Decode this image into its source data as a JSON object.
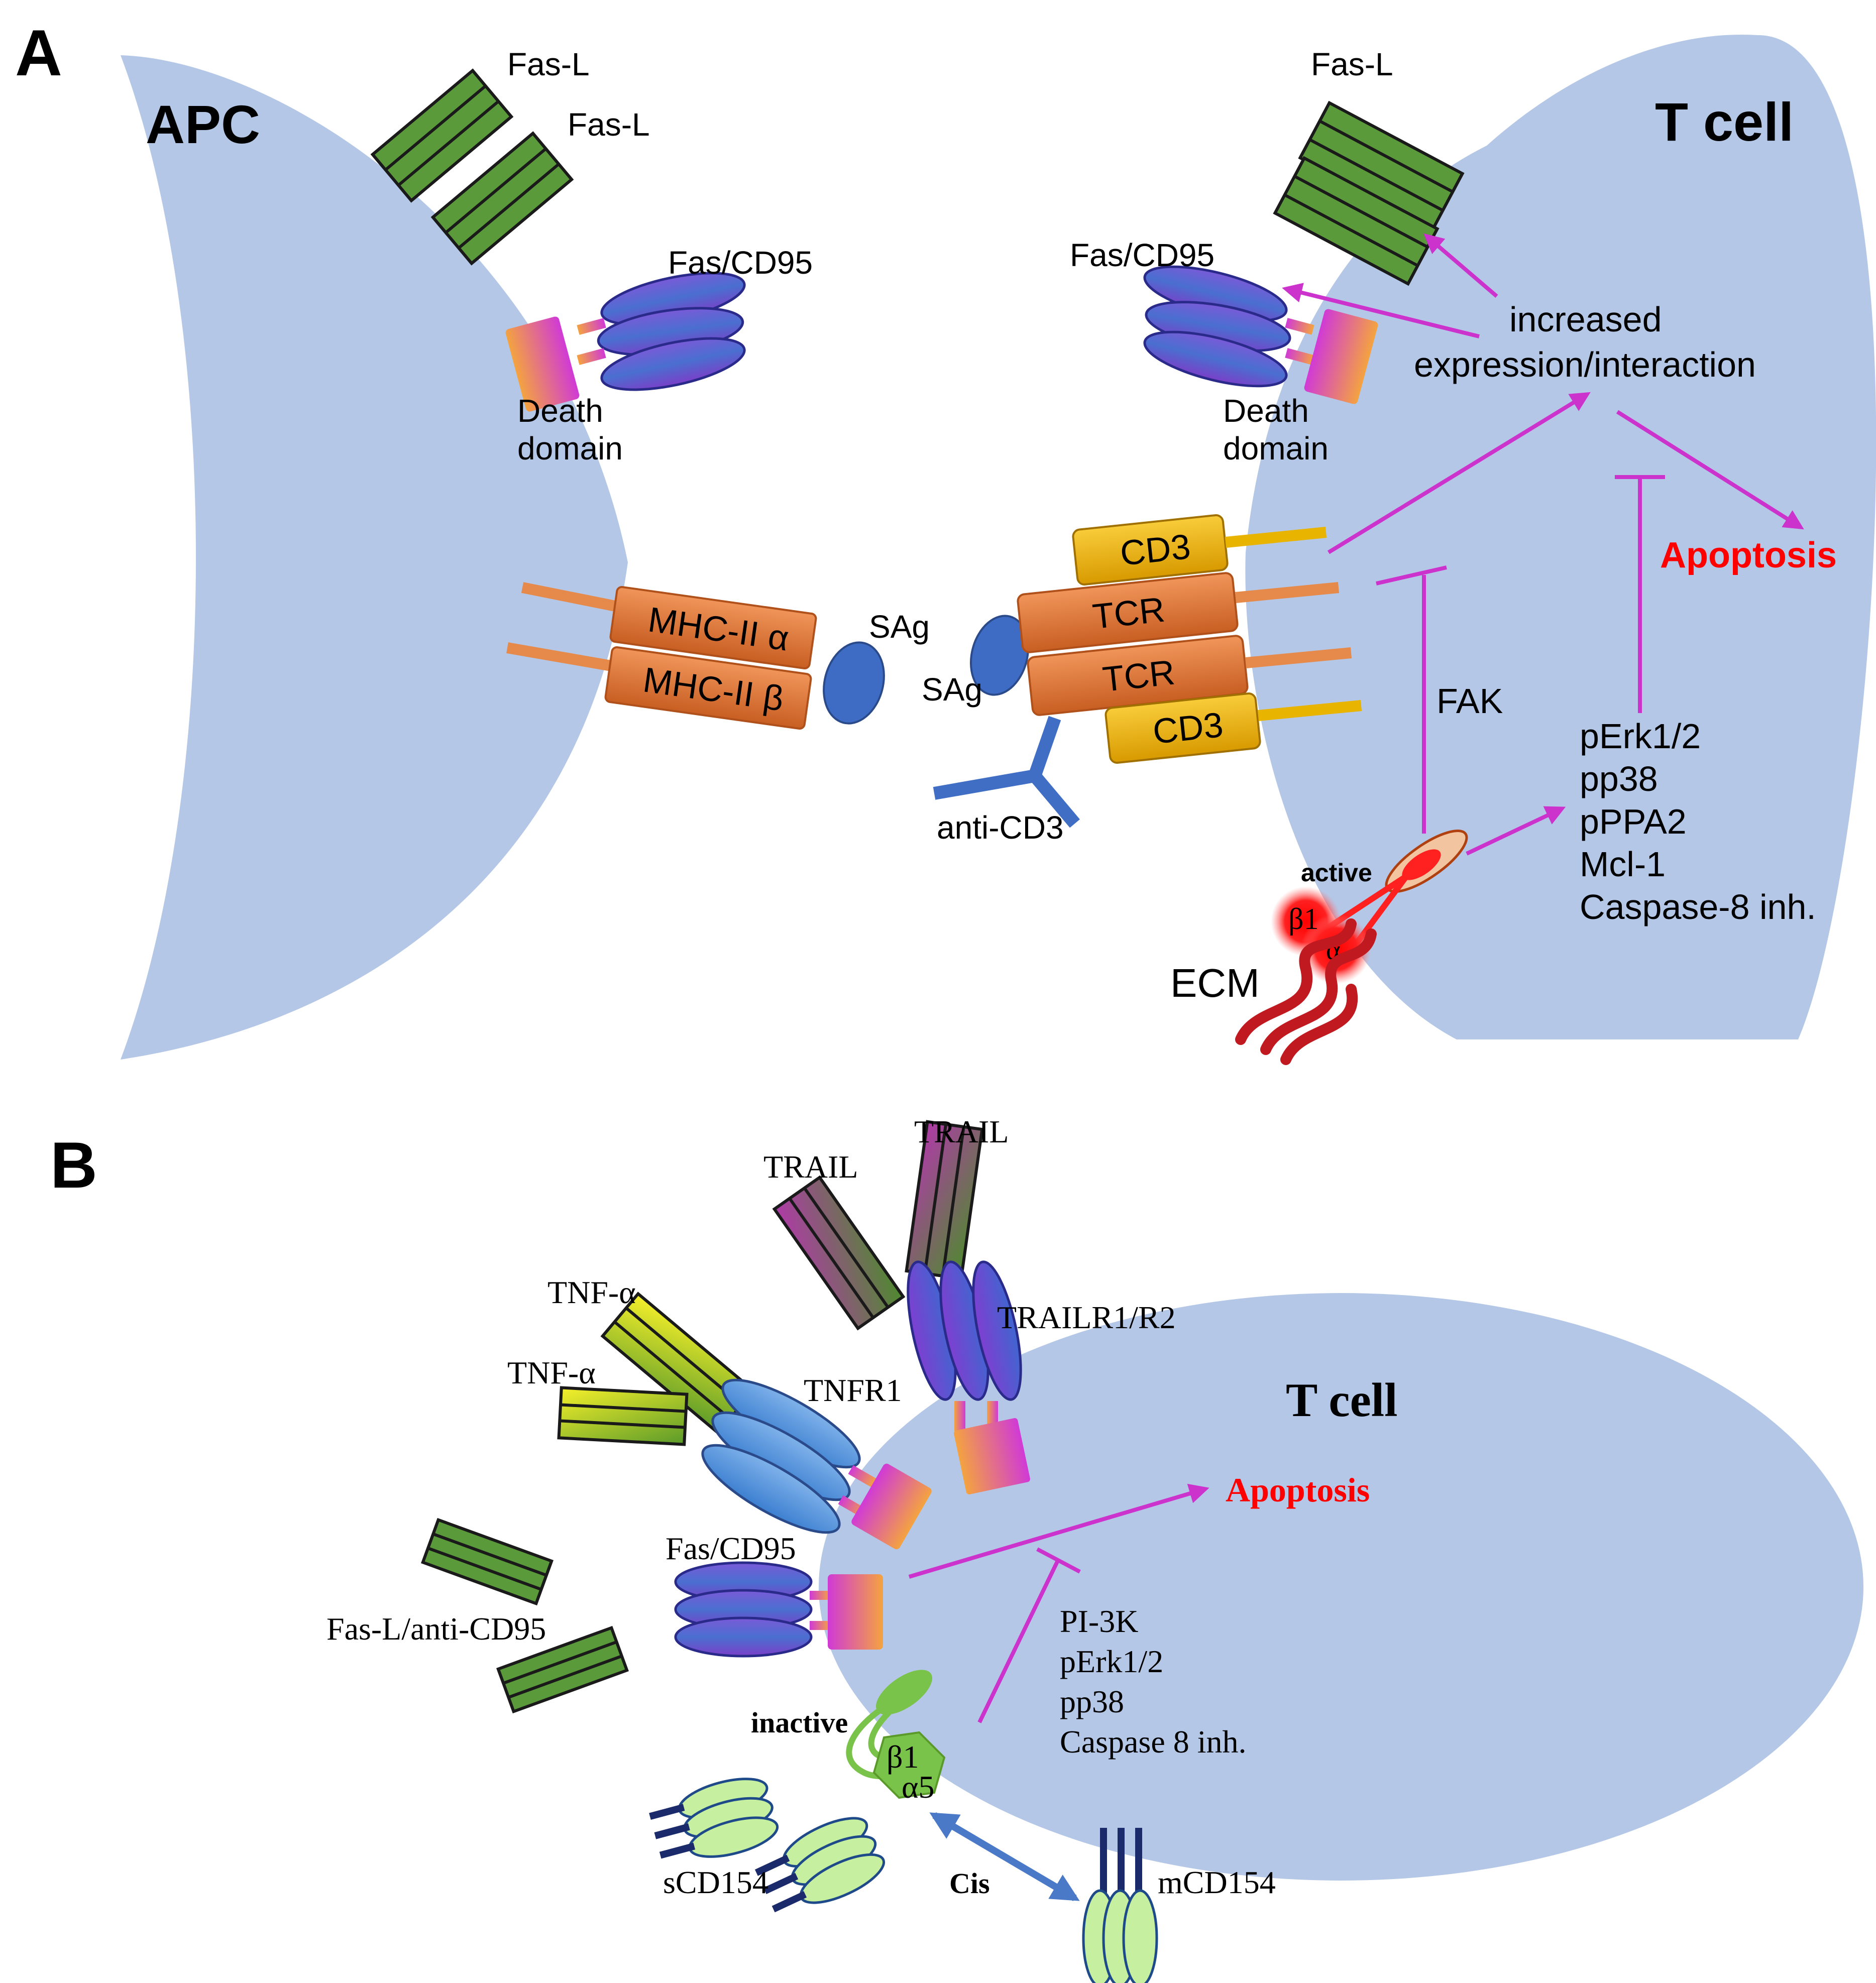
{
  "panels": {
    "a": {
      "letter": "A",
      "cell_left": "APC",
      "cell_right": "T cell",
      "labels": {
        "fasl_1": "Fas-L",
        "fasl_2": "Fas-L",
        "fasl_3": "Fas-L",
        "fas_left": "Fas/CD95",
        "fas_right": "Fas/CD95",
        "death_left_1": "Death",
        "death_left_2": "domain",
        "death_right_1": "Death",
        "death_right_2": "domain",
        "mhc_alpha": "MHC-II α",
        "mhc_beta": "MHC-II β",
        "sag_left": "SAg",
        "sag_right": "SAg",
        "cd3_top": "CD3",
        "cd3_bottom": "CD3",
        "tcr_top": "TCR",
        "tcr_bottom": "TCR",
        "anti_cd3": "anti-CD3",
        "increased_1": "increased",
        "increased_2": "expression/interaction",
        "apoptosis": "Apoptosis",
        "fak": "FAK",
        "perk": "pErk1/2",
        "pp38": "pp38",
        "pppa2": "pPPA2",
        "mcl1": "Mcl-1",
        "casp8": "Caspase-8 inh.",
        "active": "active",
        "beta1": "β1",
        "alpha": "α",
        "ecm": "ECM"
      }
    },
    "b": {
      "letter": "B",
      "cell": "T cell",
      "labels": {
        "trail_1": "TRAIL",
        "trail_2": "TRAIL",
        "trailr": "TRAILR1/R2",
        "tnfa_1": "TNF-α",
        "tnfa_2": "TNF-α",
        "tnfr1": "TNFR1",
        "apoptosis": "Apoptosis",
        "fas": "Fas/CD95",
        "fasl_anti": "Fas-L/anti-CD95",
        "pi3k": "PI-3K",
        "perk": "pErk1/2",
        "pp38": "pp38",
        "casp8": "Caspase 8 inh.",
        "inactive": "inactive",
        "beta1": "β1",
        "alpha5": "α5",
        "scd154": "sCD154",
        "cis": "Cis",
        "mcd154": "mCD154"
      }
    }
  },
  "colors": {
    "cell": "#b4c7e7",
    "arrow": "#cc33cc",
    "apoptosis": "#ff0000",
    "mhc_tcr": "#e07a3a",
    "cd3": "#e8b400",
    "fas_receptor": "#5b4fc4",
    "ligand_green": "#4e8a2e",
    "sag": "#3e6cc4",
    "ecm": "#c0191f",
    "cd154": "#c6f0a0"
  }
}
